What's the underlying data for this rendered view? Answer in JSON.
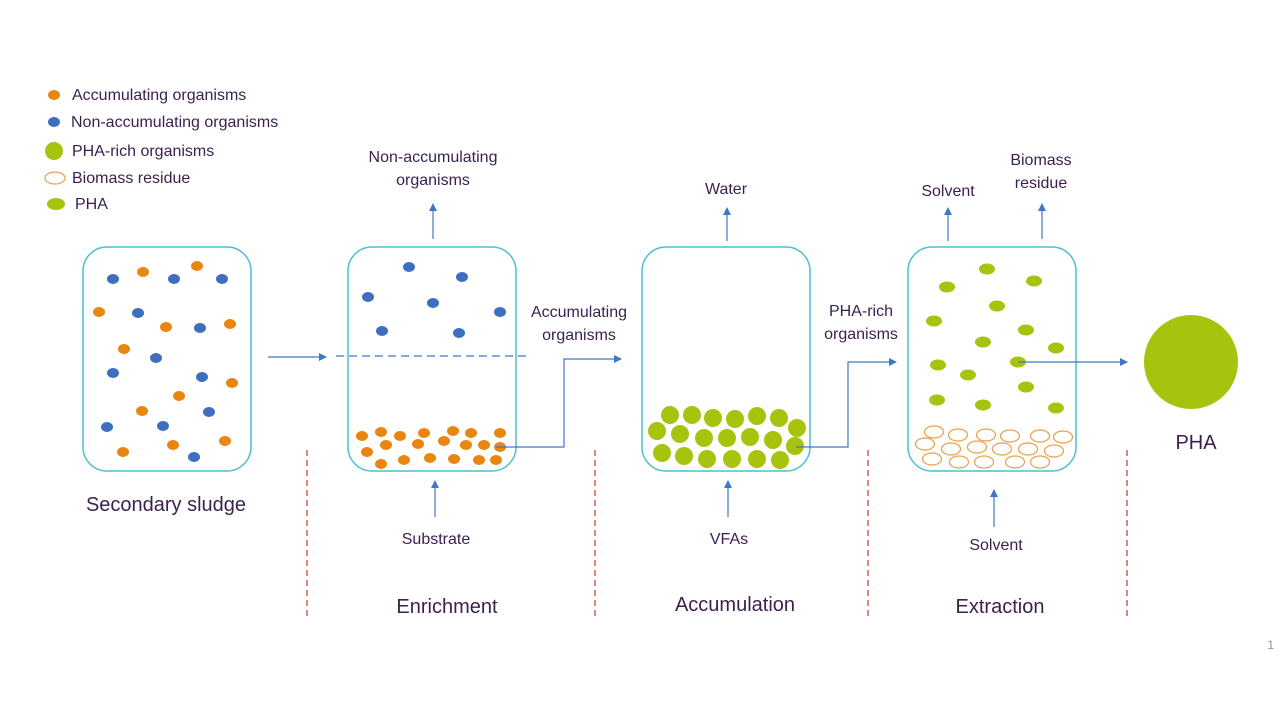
{
  "legend": [
    {
      "key": "accumulating",
      "label": "Accumulating organisms"
    },
    {
      "key": "non_accumulating",
      "label": "Non-accumulating organisms"
    },
    {
      "key": "pha_rich",
      "label": "PHA-rich organisms"
    },
    {
      "key": "biomass_residue",
      "label": "Biomass residue"
    },
    {
      "key": "pha",
      "label": "PHA"
    }
  ],
  "stages": {
    "secondary_sludge": "Secondary sludge",
    "enrichment": "Enrichment",
    "accumulation": "Accumulation",
    "extraction": "Extraction",
    "product": "PHA"
  },
  "flows": {
    "enrichment_out_top": [
      "Non-accumulating",
      "organisms"
    ],
    "enrichment_in_bottom": "Substrate",
    "enrichment_to_accumulation": [
      "Accumulating",
      "organisms"
    ],
    "accumulation_out_top": "Water",
    "accumulation_in_bottom": "VFAs",
    "accumulation_to_extraction": [
      "PHA-rich",
      "organisms"
    ],
    "extraction_out_top_left": "Solvent",
    "extraction_out_top_right": [
      "Biomass",
      "residue"
    ],
    "extraction_in_bottom": "Solvent"
  },
  "page_number": "1",
  "colors": {
    "accumulating": "#e8860f",
    "non_accumulating": "#3e6fbf",
    "pha": "#a8c30e",
    "biomass_residue_stroke": "#e8a04a",
    "vessel_stroke": "#4bbfcf",
    "arrow": "#3e78c4",
    "divider": "#c0392b",
    "text": "#3a1f4f"
  }
}
